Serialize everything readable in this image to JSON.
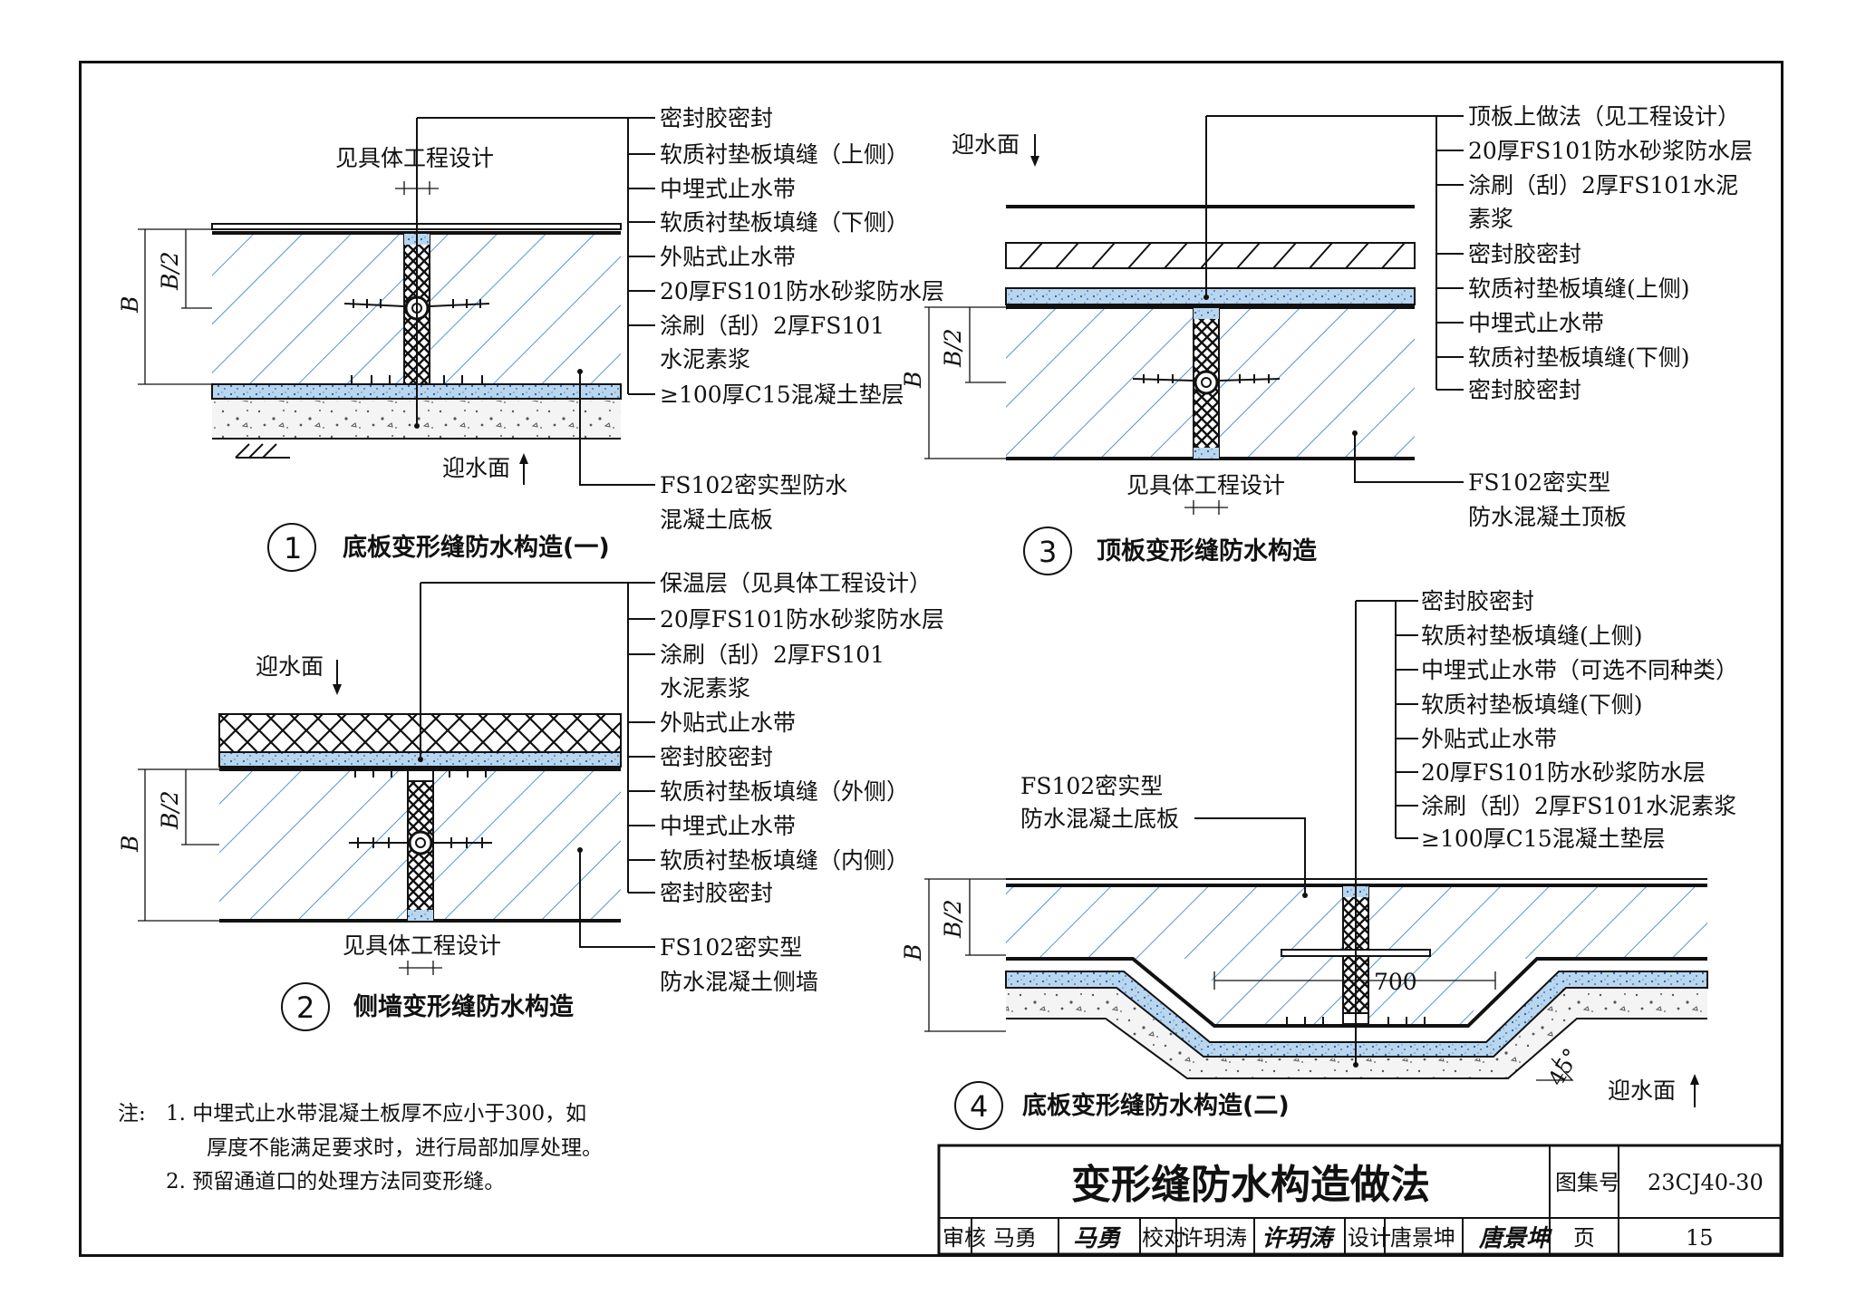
{
  "colors": {
    "ink": "#111111",
    "hatch": "#2b78c8",
    "mortar": "#b9d6ef",
    "mortar_dot": "#1f5fa8",
    "gravel": "#f3f3f3"
  },
  "detail1": {
    "number": "1",
    "caption": "底板变形缝防水构造(一)",
    "top_note": "见具体工程设计",
    "dim_b": "B",
    "dim_b2": "B/2",
    "water_face": "迎水面",
    "labels": [
      "密封胶密封",
      "软质衬垫板填缝（上侧）",
      "中埋式止水带",
      "软质衬垫板填缝（下侧）",
      "外贴式止水带",
      "20厚FS101防水砂浆防水层",
      "涂刷（刮）2厚FS101",
      "水泥素浆",
      "≥100厚C15混凝土垫层"
    ],
    "slab_label": [
      "FS102密实型防水",
      "混凝土底板"
    ]
  },
  "detail2": {
    "number": "2",
    "caption": "侧墙变形缝防水构造",
    "bottom_note": "见具体工程设计",
    "dim_b": "B",
    "dim_b2": "B/2",
    "water_face": "迎水面",
    "labels": [
      "保温层（见具体工程设计）",
      "20厚FS101防水砂浆防水层",
      "涂刷（刮）2厚FS101",
      "水泥素浆",
      "外贴式止水带",
      "密封胶密封",
      "软质衬垫板填缝（外侧）",
      "中埋式止水带",
      "软质衬垫板填缝（内侧）",
      "密封胶密封"
    ],
    "slab_label": [
      "FS102密实型",
      "防水混凝土侧墙"
    ]
  },
  "detail3": {
    "number": "3",
    "caption": "顶板变形缝防水构造",
    "bottom_note": "见具体工程设计",
    "dim_b": "B",
    "dim_b2": "B/2",
    "water_face": "迎水面",
    "labels": [
      "顶板上做法（见工程设计）",
      "20厚FS101防水砂浆防水层",
      "涂刷（刮）2厚FS101水泥",
      "素浆",
      "密封胶密封",
      "软质衬垫板填缝(上侧)",
      "中埋式止水带",
      "软质衬垫板填缝(下侧)",
      "密封胶密封"
    ],
    "slab_label": [
      "FS102密实型",
      "防水混凝土顶板"
    ]
  },
  "detail4": {
    "number": "4",
    "caption": "底板变形缝防水构造(二)",
    "dim_b": "B",
    "dim_b2": "B/2",
    "dim_700": "700",
    "angle": "45°",
    "water_face": "迎水面",
    "labels": [
      "密封胶密封",
      "软质衬垫板填缝(上侧)",
      "中埋式止水带（可选不同种类）",
      "软质衬垫板填缝(下侧)",
      "外贴式止水带",
      "20厚FS101防水砂浆防水层",
      "涂刷（刮）2厚FS101水泥素浆",
      "≥100厚C15混凝土垫层"
    ],
    "slab_label": [
      "FS102密实型",
      "防水混凝土底板"
    ]
  },
  "notes": {
    "prefix": "注:",
    "items": [
      "1.  中埋式止水带混凝土板厚不应小于300，如",
      "厚度不能满足要求时，进行局部加厚处理。",
      "2.  预留通道口的处理方法同变形缝。"
    ]
  },
  "title_block": {
    "title": "变形缝防水构造做法",
    "atlas_label": "图集号",
    "atlas_no": "23CJ40-30",
    "page_label": "页",
    "page_no": "15",
    "review_label": "审核",
    "reviewer": "马勇",
    "reviewer_sig": "马勇",
    "check_label": "校对",
    "checker": "许玥涛",
    "checker_sig": "许玥涛",
    "design_label": "设计",
    "designer": "唐景坤",
    "designer_sig": "唐景坤"
  }
}
